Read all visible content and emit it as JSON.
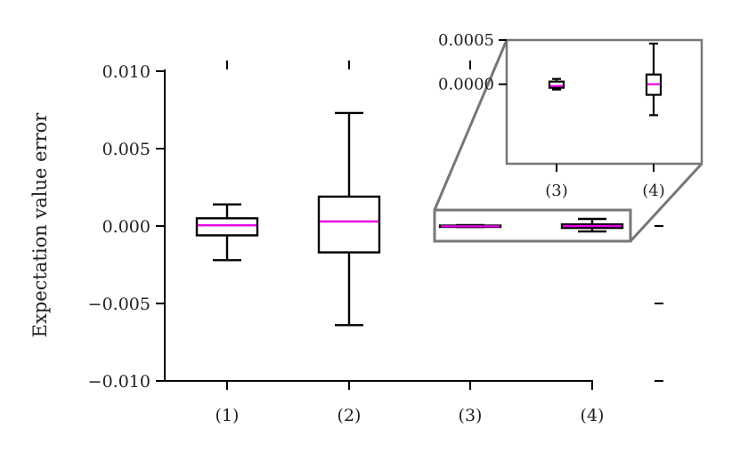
{
  "colors": {
    "box": "#000000",
    "median": "#e600e6",
    "axis": "#000000",
    "inset_frame": "#777777"
  },
  "chart_data": [
    {
      "type": "box",
      "ylabel": "Expectation value error",
      "ylim": [
        -0.01,
        0.01
      ],
      "yticks": [
        "0.010",
        "0.005",
        "0.000",
        "−0.005",
        "−0.010"
      ],
      "yticks_values": [
        0.01,
        0.005,
        0.0,
        -0.005,
        -0.01
      ],
      "categories": [
        "(1)",
        "(2)",
        "(3)",
        "(4)"
      ],
      "boxes": [
        {
          "label": "(1)",
          "whisker_low": -0.0022,
          "q1": -0.0006,
          "median": 5e-05,
          "q3": 0.0005,
          "whisker_high": 0.0014
        },
        {
          "label": "(2)",
          "whisker_low": -0.0064,
          "q1": -0.0017,
          "median": 0.0003,
          "q3": 0.0019,
          "whisker_high": 0.0073
        },
        {
          "label": "(3)",
          "whisker_low": -6e-05,
          "q1": -4e-05,
          "median": -2e-05,
          "q3": 3e-05,
          "whisker_high": 6e-05
        },
        {
          "label": "(4)",
          "whisker_low": -0.00035,
          "q1": -0.00012,
          "median": 0.0,
          "q3": 0.00011,
          "whisker_high": 0.00046
        }
      ]
    },
    {
      "type": "box",
      "inset": true,
      "ylim": [
        -0.0009,
        0.0005
      ],
      "yticks": [
        "0.0005",
        "0.0000"
      ],
      "yticks_values": [
        0.0005,
        0.0
      ],
      "categories": [
        "(3)",
        "(4)"
      ],
      "boxes": [
        {
          "label": "(3)",
          "whisker_low": -6e-05,
          "q1": -4e-05,
          "median": -2e-05,
          "q3": 3e-05,
          "whisker_high": 6e-05
        },
        {
          "label": "(4)",
          "whisker_low": -0.00035,
          "q1": -0.00012,
          "median": 0.0,
          "q3": 0.00011,
          "whisker_high": 0.00046
        }
      ]
    }
  ]
}
